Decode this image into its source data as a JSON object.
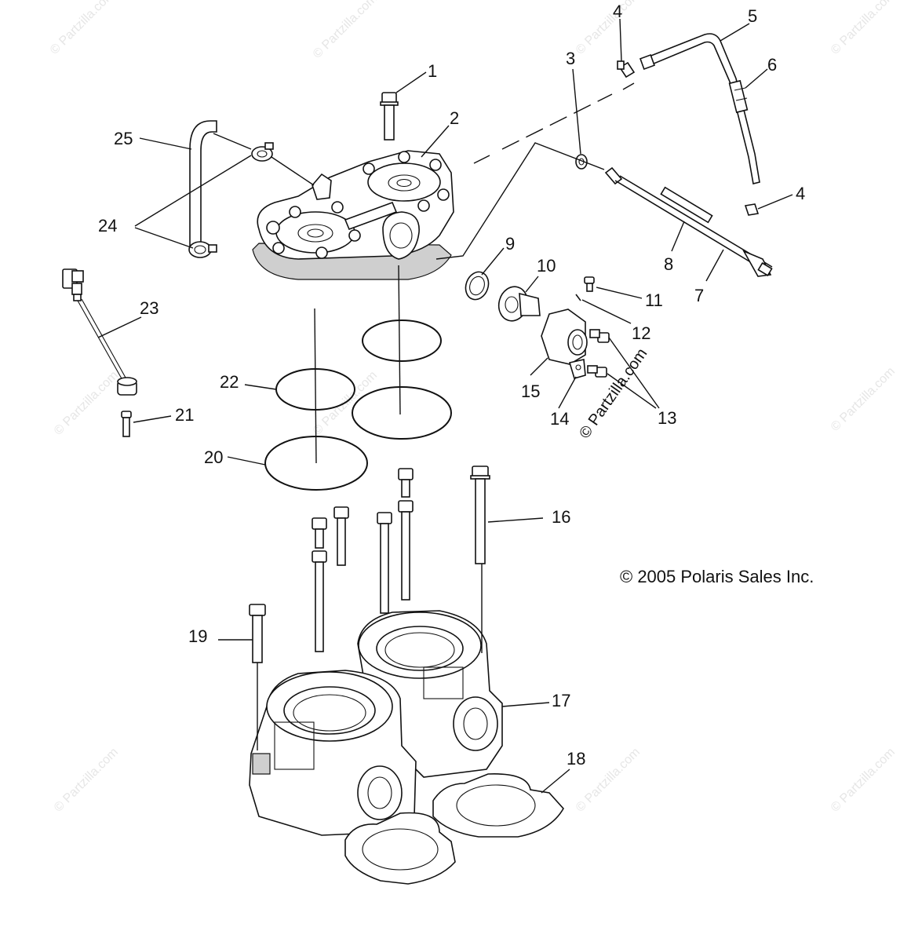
{
  "copyright": "© 2005 Polaris Sales Inc.",
  "watermark": "© Partzilla.com",
  "callouts": [
    "1",
    "2",
    "3",
    "4",
    "4",
    "5",
    "6",
    "7",
    "8",
    "9",
    "10",
    "11",
    "12",
    "13",
    "14",
    "15",
    "16",
    "17",
    "18",
    "19",
    "20",
    "21",
    "22",
    "23",
    "24",
    "25"
  ],
  "colors": {
    "ink": "#111111",
    "watermark": "#e6e6e6",
    "background": "#ffffff"
  }
}
